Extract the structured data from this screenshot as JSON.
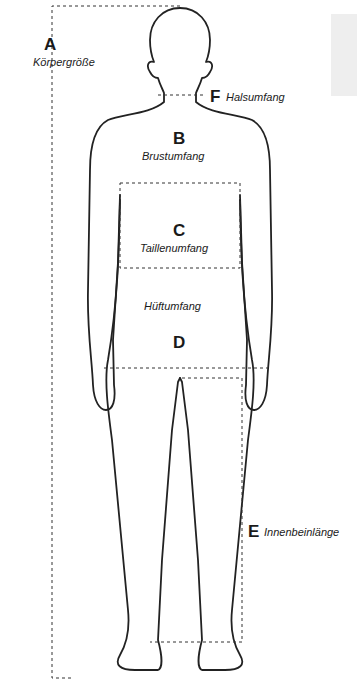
{
  "diagram": {
    "labels": [
      "A",
      "Körpergröße",
      "F",
      "Halsumfang",
      "B",
      "Brustumfang",
      "C",
      "Taillenumfang",
      "Hüftumfang",
      "D",
      "E",
      "Innenbeinlänge"
    ]
  }
}
